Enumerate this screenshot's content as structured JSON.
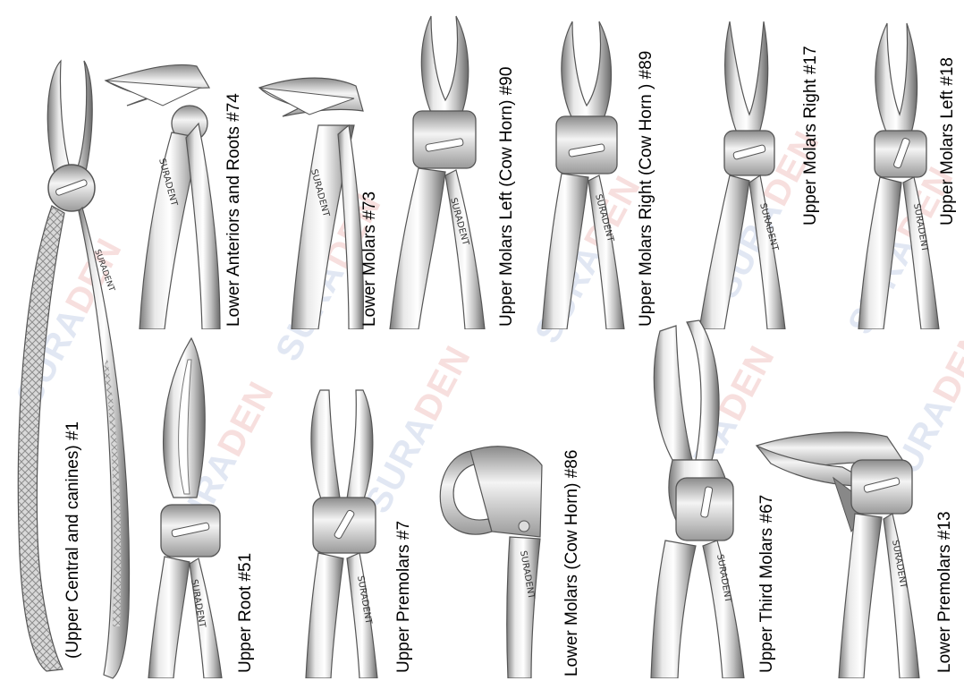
{
  "watermark": {
    "part1": "SURA",
    "part2": "DEN"
  },
  "instruments": [
    {
      "id": "1",
      "label": "(Upper Central and canines) #1"
    },
    {
      "id": "74",
      "label": "Lower Anteriors and Roots #74"
    },
    {
      "id": "73",
      "label": "Lower Molars #73"
    },
    {
      "id": "90",
      "label": "Upper Molars Left  (Cow Horn)  #90"
    },
    {
      "id": "89",
      "label": "Upper Molars Right  (Cow Horn ) #89"
    },
    {
      "id": "17",
      "label": "Upper Molars Right #17"
    },
    {
      "id": "18",
      "label": "Upper Molars Left #18"
    },
    {
      "id": "51",
      "label": "Upper Root #51"
    },
    {
      "id": "7",
      "label": "Upper Premolars #7"
    },
    {
      "id": "86",
      "label": "Lower Molars  (Cow Horn)  #86"
    },
    {
      "id": "67",
      "label": "Upper Third Molars #67"
    },
    {
      "id": "13",
      "label": "Lower Premolars #13"
    }
  ],
  "colors": {
    "steel_light": "#f2f2f2",
    "steel_mid": "#c8c8c8",
    "steel_dark": "#6e6e6e",
    "label_text": "#000000"
  }
}
